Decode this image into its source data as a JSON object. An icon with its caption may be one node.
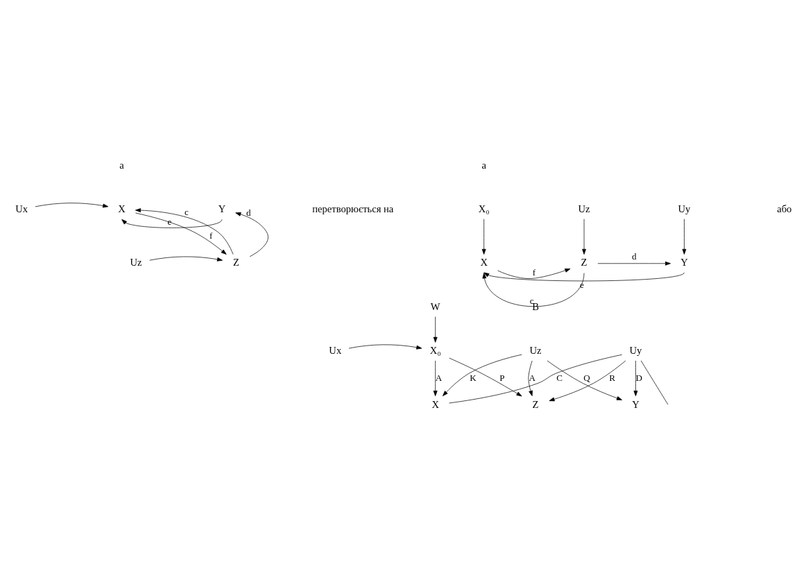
{
  "diagram": {
    "nodes": [
      {
        "text": [
          "Ux"
        ]
      },
      {
        "text": [
          "X"
        ]
      },
      {
        "text": [
          "Y"
        ]
      },
      {
        "text": [
          "Uz"
        ]
      },
      {
        "text": [
          "Z"
        ]
      },
      {
        "text": [
          "X₀"
        ]
      },
      {
        "text": [
          "Uz"
        ]
      },
      {
        "text": [
          "Uy"
        ]
      },
      {
        "text": [
          "X"
        ]
      },
      {
        "text": [
          "Z"
        ]
      },
      {
        "text": [
          "Y"
        ]
      },
      {
        "text": [
          "W"
        ]
      },
      {
        "text": [
          "Ux"
        ]
      },
      {
        "text": [
          "X₀"
        ]
      },
      {
        "text": [
          "Uz"
        ]
      },
      {
        "text": [
          "Uy"
        ]
      },
      {
        "text": [
          "X"
        ]
      },
      {
        "text": [
          "Z"
        ]
      },
      {
        "text": [
          "Y"
        ]
      }
    ],
    "edges": [
      {
        "from": 0,
        "to": 1,
        "arrow": "to"
      },
      {
        "from": 2,
        "to": 1,
        "arrow": "to",
        "label": "e"
      },
      {
        "from": 1,
        "to": 4,
        "arrow": "to",
        "label": "f"
      },
      {
        "from": 4,
        "to": 1,
        "arrow": "to",
        "label": "c"
      },
      {
        "from": 3,
        "to": 4,
        "arrow": "to"
      },
      {
        "from": 4,
        "to": 2,
        "arrow": "to",
        "label": "d"
      },
      {
        "from": 5,
        "to": 8,
        "arrow": "to"
      },
      {
        "from": 6,
        "to": 9,
        "arrow": "to"
      },
      {
        "from": 7,
        "to": 10,
        "arrow": "to"
      },
      {
        "from": 8,
        "to": 9,
        "arrow": "to",
        "label": "f"
      },
      {
        "from": 9,
        "to": 8,
        "arrow": "to",
        "label": "c"
      },
      {
        "from": 9,
        "to": 10,
        "arrow": "to",
        "label": "d"
      },
      {
        "from": 10,
        "to": 8,
        "arrow": "to",
        "label": "e"
      },
      {
        "from": 11,
        "to": 13,
        "arrow": "to"
      },
      {
        "from": 12,
        "to": 13,
        "arrow": "to"
      },
      {
        "from": 13,
        "to": 16,
        "arrow": "to",
        "label": "A"
      },
      {
        "from": 13,
        "to": 17,
        "arrow": "to",
        "label": "P"
      },
      {
        "from": 14,
        "to": 16,
        "arrow": "to",
        "label": "K"
      },
      {
        "from": 14,
        "to": 17,
        "arrow": "to",
        "label": "A"
      },
      {
        "from": 14,
        "to": 18,
        "arrow": "to",
        "label": "Q"
      },
      {
        "from": 15,
        "to": 17,
        "arrow": "to",
        "label": "R"
      },
      {
        "from": 15,
        "to": 18,
        "arrow": "to",
        "label": "D"
      },
      {
        "from": 15,
        "to": 16,
        "arrow": "none",
        "label": "C"
      },
      {
        "from": 15,
        "to": null,
        "arrow": "none"
      }
    ],
    "labels": [
      "a",
      "a",
      "або",
      "перетворюється на",
      "B"
    ]
  }
}
